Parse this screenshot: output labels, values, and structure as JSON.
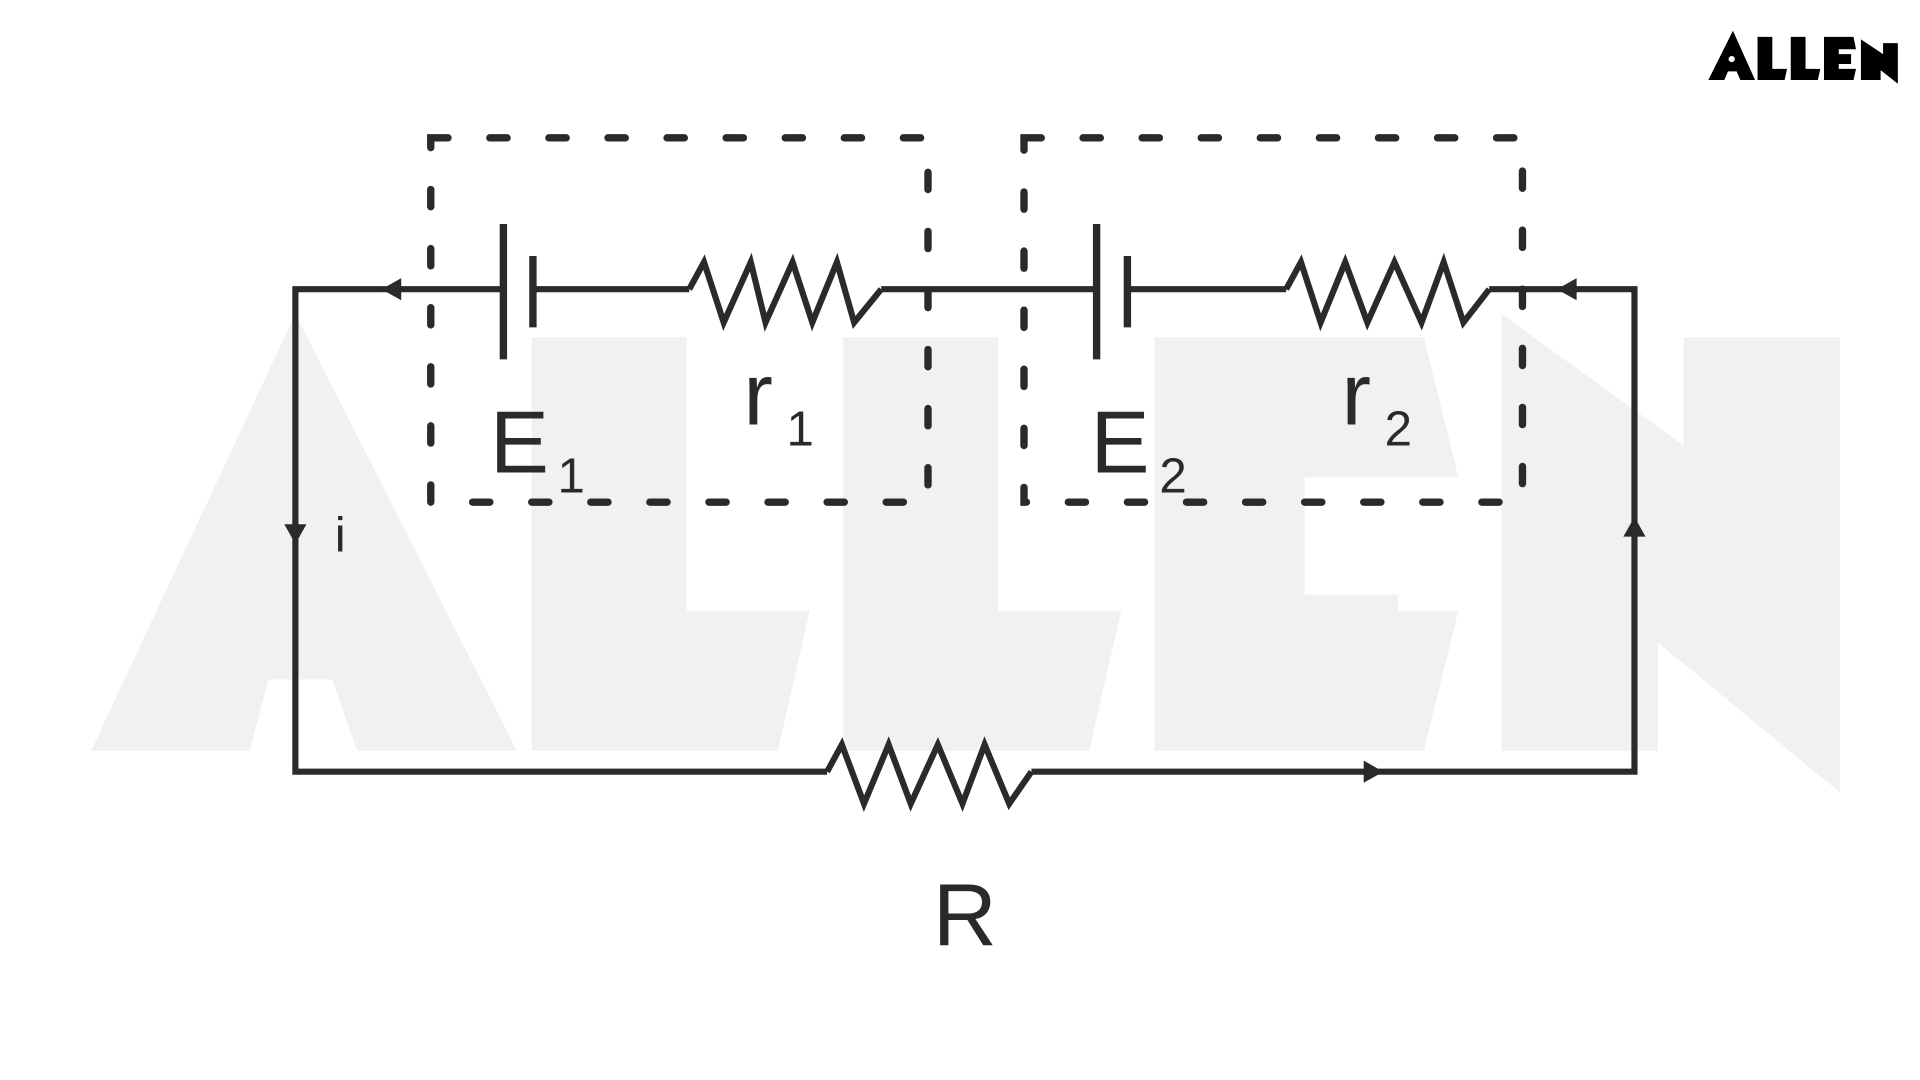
{
  "logo": {
    "text": "ALLEN"
  },
  "watermark": {
    "text": "ALLEN"
  },
  "circuit": {
    "cells": [
      {
        "symbol": "E",
        "subscript": "1"
      },
      {
        "symbol": "E",
        "subscript": "2"
      }
    ],
    "internal_resistors": [
      {
        "symbol": "r",
        "subscript": "1"
      },
      {
        "symbol": "r",
        "subscript": "2"
      }
    ],
    "load_resistor": {
      "symbol": "R"
    },
    "current": {
      "symbol": "i"
    }
  },
  "colors": {
    "wire": "#2a2a2a",
    "watermark": "#f1f1f1",
    "logo": "#000000"
  }
}
